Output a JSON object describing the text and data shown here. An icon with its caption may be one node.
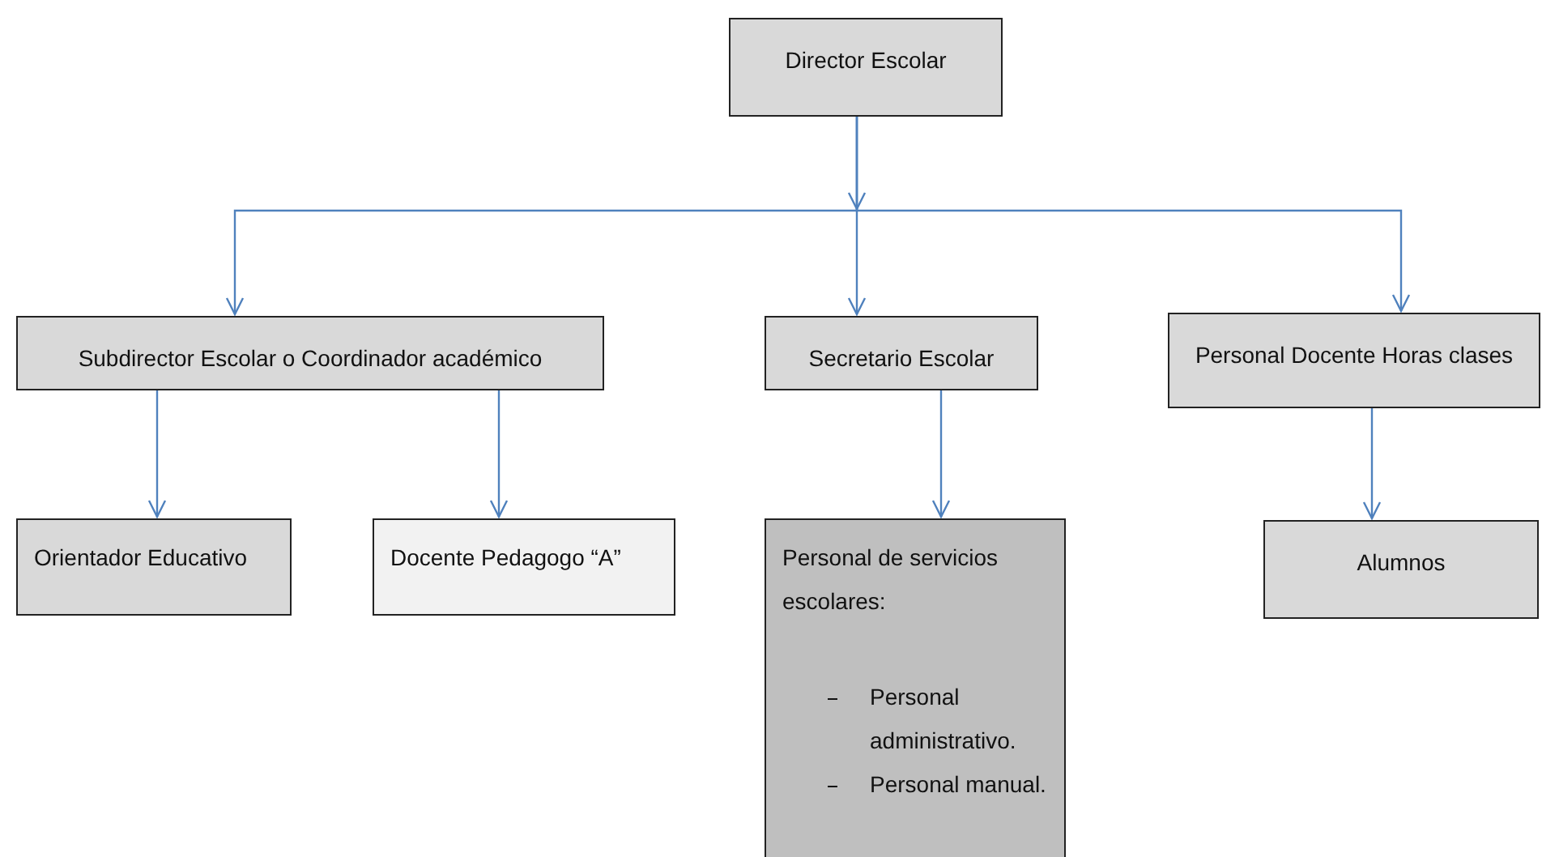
{
  "diagram": {
    "nodes": [
      {
        "text": [
          "Director Escolar"
        ]
      },
      {
        "text": [
          "Subdirector Escolar o Coordinador académico"
        ]
      },
      {
        "text": [
          "Secretario  Escolar"
        ]
      },
      {
        "text": [
          "Personal Docente Horas clases"
        ]
      },
      {
        "text": [
          "Orientador Educativo"
        ]
      },
      {
        "text": [
          "Docente Pedagogo “A”"
        ]
      },
      {
        "text": [
          "Personal de servicios escolares:",
          "Personal administrativo.",
          "Personal manual."
        ]
      },
      {
        "text": [
          "Alumnos"
        ]
      }
    ],
    "edges": [
      {
        "from": 0,
        "to": 1,
        "arrow": "to"
      },
      {
        "from": 0,
        "to": 2,
        "arrow": "to"
      },
      {
        "from": 0,
        "to": 3,
        "arrow": "to"
      },
      {
        "from": 1,
        "to": 4,
        "arrow": "to"
      },
      {
        "from": 1,
        "to": 5,
        "arrow": "to"
      },
      {
        "from": 2,
        "to": 6,
        "arrow": "to"
      },
      {
        "from": 3,
        "to": 7,
        "arrow": "to"
      }
    ]
  }
}
